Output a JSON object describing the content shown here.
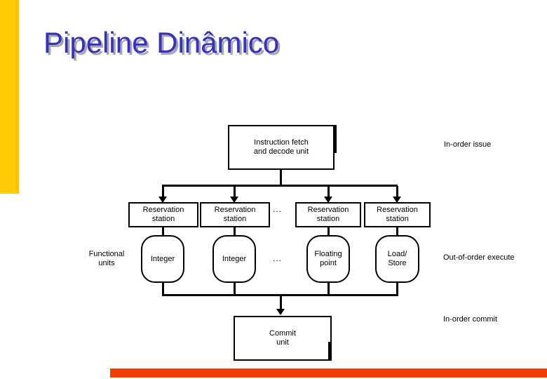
{
  "slide": {
    "title": "Pipeline Dinâmico"
  },
  "colors": {
    "title_blue": "#3534B8",
    "title_shadow_gray": "#A6A6AE",
    "accent_yellow": "#FFCB05",
    "accent_red": "#F83A05",
    "diagram_ink": "#000000"
  },
  "diagram": {
    "fetch_unit": {
      "line1": "Instruction fetch",
      "line2": "and decode unit"
    },
    "stations": [
      {
        "line1": "Reservation",
        "line2": "station"
      },
      {
        "line1": "Reservation",
        "line2": "station"
      },
      {
        "line1": "Reservation",
        "line2": "station"
      },
      {
        "line1": "Reservation",
        "line2": "station"
      }
    ],
    "stations_ellipsis": "...",
    "units": [
      {
        "line1": "Integer",
        "line2": ""
      },
      {
        "line1": "Integer",
        "line2": ""
      },
      {
        "line1": "Floating",
        "line2": "point"
      },
      {
        "line1": "Load/",
        "line2": "Store"
      }
    ],
    "units_ellipsis": "...",
    "commit_unit": {
      "line1": "Commit",
      "line2": "unit"
    }
  },
  "annotations": {
    "in_order_issue": "In-order issue",
    "functional_units": {
      "line1": "Functional",
      "line2": "units"
    },
    "out_of_order_execute": "Out-of-order execute",
    "in_order_commit": "In-order commit"
  }
}
